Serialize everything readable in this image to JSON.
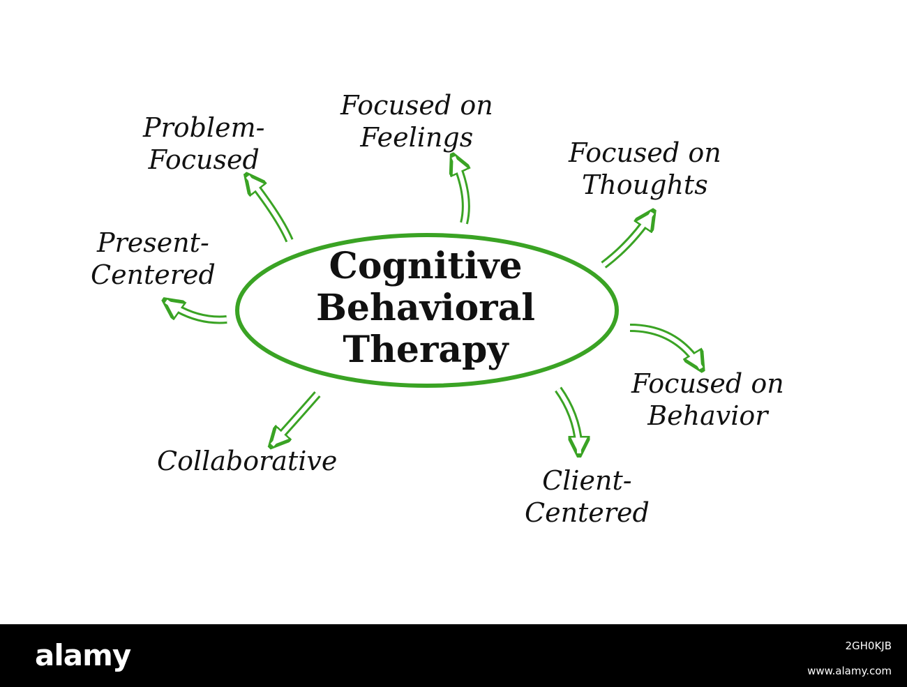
{
  "diagram": {
    "accent_color": "#3aa324",
    "arrow_fill": "#ffffff",
    "center": {
      "line1": "Cognitive",
      "line2": "Behavioral",
      "line3": "Therapy"
    },
    "nodes": [
      {
        "id": "problem-focused",
        "lines": [
          "Problem-",
          "Focused"
        ]
      },
      {
        "id": "focused-on-feelings",
        "lines": [
          "Focused on",
          "Feelings"
        ]
      },
      {
        "id": "focused-on-thoughts",
        "lines": [
          "Focused on",
          "Thoughts"
        ]
      },
      {
        "id": "present-centered",
        "lines": [
          "Present-",
          "Centered"
        ]
      },
      {
        "id": "focused-on-behavior",
        "lines": [
          "Focused on",
          "Behavior"
        ]
      },
      {
        "id": "collaborative",
        "lines": [
          "Collaborative"
        ]
      },
      {
        "id": "client-centered",
        "lines": [
          "Client-",
          "Centered"
        ]
      }
    ]
  },
  "footer": {
    "brand": "alamy",
    "image_id": "2GH0KJB",
    "website": "www.alamy.com"
  }
}
